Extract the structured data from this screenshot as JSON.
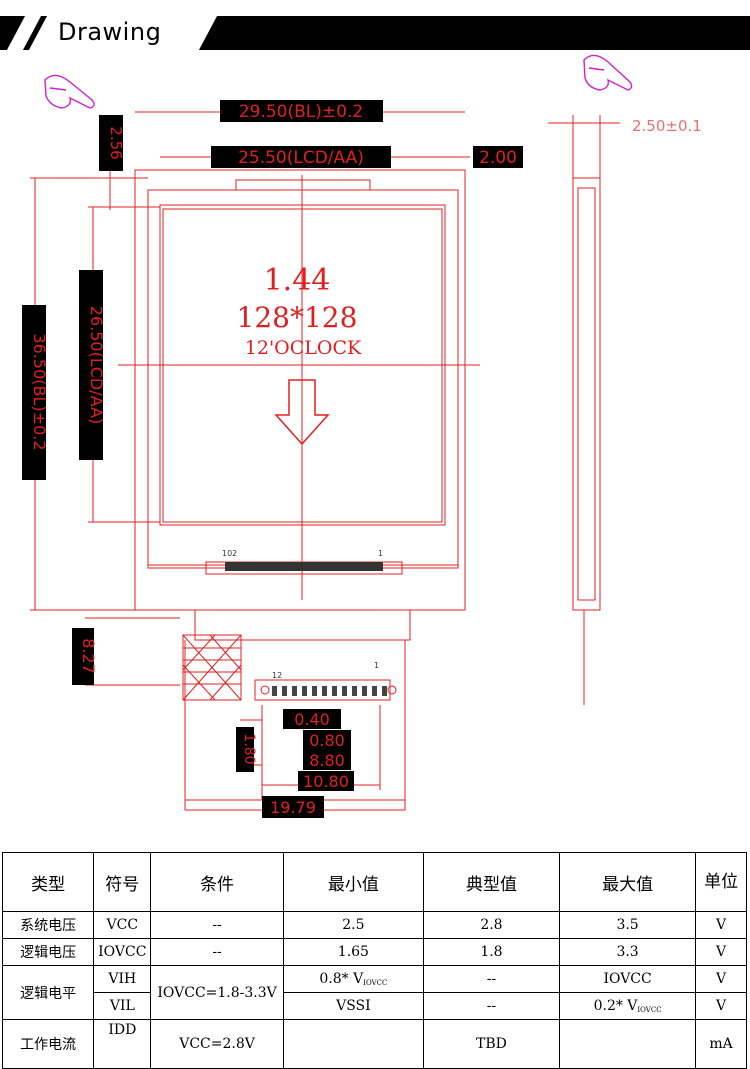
{
  "header": {
    "title": "Drawing"
  },
  "drawing": {
    "dim_bl_width": "29.50(BL)±0.2",
    "dim_lcd_width": "25.50(LCD/AA)",
    "dim_offset_right": "2.00",
    "dim_top_offset": "2.56",
    "dim_bl_height": "36.50(BL)±0.2",
    "dim_lcd_height": "26.50(LCD/AA)",
    "dim_thickness": "2.50±0.1",
    "screen_size": "1.44",
    "resolution": "128*128",
    "orientation": "12'OCLOCK",
    "pin_left": "102",
    "pin_right": "1",
    "fpc_pin_left": "12",
    "fpc_pin_right": "1",
    "dim_fpc_length": "8.27",
    "dim_pitch": "0.40",
    "dim_080": "0.80",
    "dim_880": "8.80",
    "dim_1080": "10.80",
    "dim_180": "1.80",
    "dim_1979": "19.79"
  },
  "table": {
    "headers": [
      "类型",
      "符号",
      "条件",
      "最小值",
      "典型值",
      "最大值",
      "单位"
    ],
    "rows": [
      {
        "type": "系统电压",
        "symbol": "VCC",
        "condition": "--",
        "min": "2.5",
        "typ": "2.8",
        "max": "3.5",
        "unit": "V"
      },
      {
        "type": "逻辑电压",
        "symbol": "IOVCC",
        "condition": "--",
        "min": "1.65",
        "typ": "1.8",
        "max": "3.3",
        "unit": "V"
      },
      {
        "type": "逻辑电平",
        "symbol": "VIH",
        "condition": "IOVCC=1.8-3.3V",
        "min": "0.8* V",
        "min_sub": "IOVCC",
        "typ": "--",
        "max": "IOVCC",
        "unit": "V"
      },
      {
        "symbol": "VIL",
        "min": "VSSI",
        "typ": "--",
        "max": "0.2* V",
        "max_sub": "IOVCC",
        "unit": "V"
      },
      {
        "type": "工作电流",
        "symbol": "IDD",
        "condition": "VCC=2.8V",
        "min": "",
        "typ": "TBD",
        "max": "",
        "unit": "mA"
      }
    ]
  }
}
